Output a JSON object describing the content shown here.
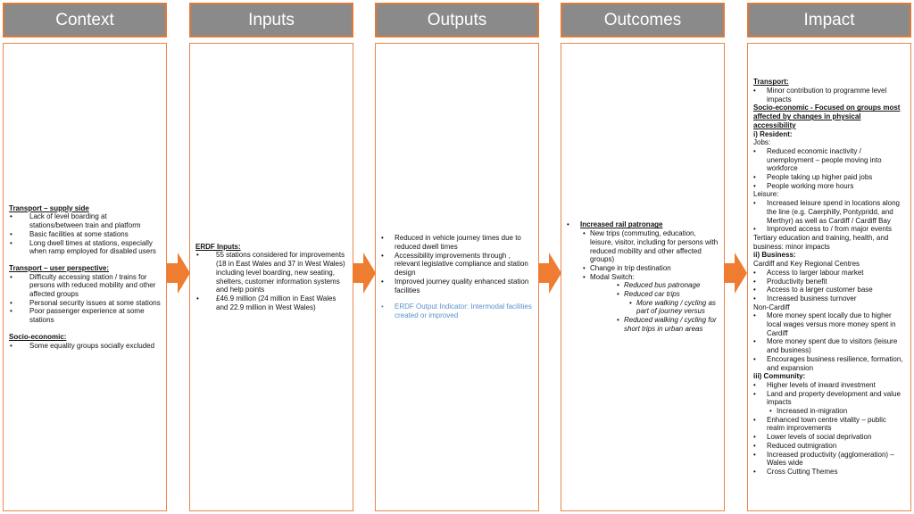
{
  "headers": {
    "context": "Context",
    "inputs": "Inputs",
    "outputs": "Outputs",
    "outcomes": "Outcomes",
    "impact": "Impact"
  },
  "context": {
    "supply_title": "Transport – supply side",
    "supply_items": [
      "Lack of level boarding at stations/between train and platform",
      "Basic facilities at some stations",
      "Long dwell times at stations, especially when ramp employed for disabled users"
    ],
    "user_title": "Transport – user perspective:",
    "user_items": [
      "Difficulty accessing station / trains for persons with reduced mobility and other affected groups",
      "Personal security issues at some stations",
      "Poor passenger experience at some stations"
    ],
    "socio_title": "Socio-economic:",
    "socio_items": [
      "Some equality groups socially excluded"
    ]
  },
  "inputs": {
    "title": "ERDF Inputs:",
    "items": [
      "55 stations considered for improvements (18 in East Wales and 37 in West Wales) including level boarding, new seating, shelters, customer information systems and help points",
      "£46.9 million (24 million in East Wales and 22.9 million in West Wales)"
    ]
  },
  "outputs": {
    "items": [
      "Reduced in vehicle journey times due to reduced dwell times",
      "Accessibility improvements through , relevant legislative compliance and station design",
      "Improved journey quality enhanced station facilities"
    ],
    "indicator": "ERDF Output Indicator: Intermodal facilities created or improved"
  },
  "outcomes": {
    "title": "Increased rail patronage",
    "new_trips": "New trips (commuting, education, leisure, visitor, including for persons with reduced mobility and other affected groups)",
    "change_dest": "Change in trip destination",
    "modal_switch": "Modal Switch:",
    "reduced_bus": "Reduced bus patronage",
    "reduced_car": "Reduced car trips",
    "more_walking": "More walking / cycling as part of journey versus",
    "reduced_walking": "Reduced walking / cycling for short trips in urban areas"
  },
  "impact": {
    "transport_title": "Transport:",
    "transport_item": "Minor contribution to programme level impacts",
    "socio_title": "Socio-economic - Focused on groups most affected by changes in physical accessibility",
    "resident_title": "i) Resident:",
    "jobs_label": "Jobs:",
    "jobs_items": [
      "Reduced economic inactivity / unemployment – people moving into workforce",
      "People taking up higher paid jobs",
      "People working more hours"
    ],
    "leisure_label": "Leisure:",
    "leisure_items": [
      "Increased leisure spend in locations along the line (e.g. Caerphilly, Pontypridd, and Merthyr) as well as Cardiff / Cardiff Bay",
      "Improved access to / from major events"
    ],
    "tertiary": "Tertiary education and training, health, and business: minor impacts",
    "business_title": "ii) Business:",
    "cardiff_label": "Cardiff and Key Regional Centres",
    "cardiff_items": [
      "Access to larger labour market",
      "Productivity benefit",
      "Access to a larger customer base",
      "Increased business turnover"
    ],
    "noncardiff_label": "Non-Cardiff",
    "noncardiff_items": [
      "More money spent locally due to higher local wages versus more money spent in Cardiff",
      "More money spent due to visitors (leisure and business)",
      "Encourages business resilience, formation, and expansion"
    ],
    "community_title": "iii) Community:",
    "community_items_a": [
      "Higher levels of inward investment",
      "Land and property development and value impacts"
    ],
    "in_migration": "Increased in-migration",
    "community_items_b": [
      "Enhanced town centre vitality – public realm improvements",
      "Lower levels of social deprivation",
      "Reduced outmigration",
      "Increased productivity (agglomeration) – Wales wide",
      "Cross Cutting Themes"
    ]
  }
}
